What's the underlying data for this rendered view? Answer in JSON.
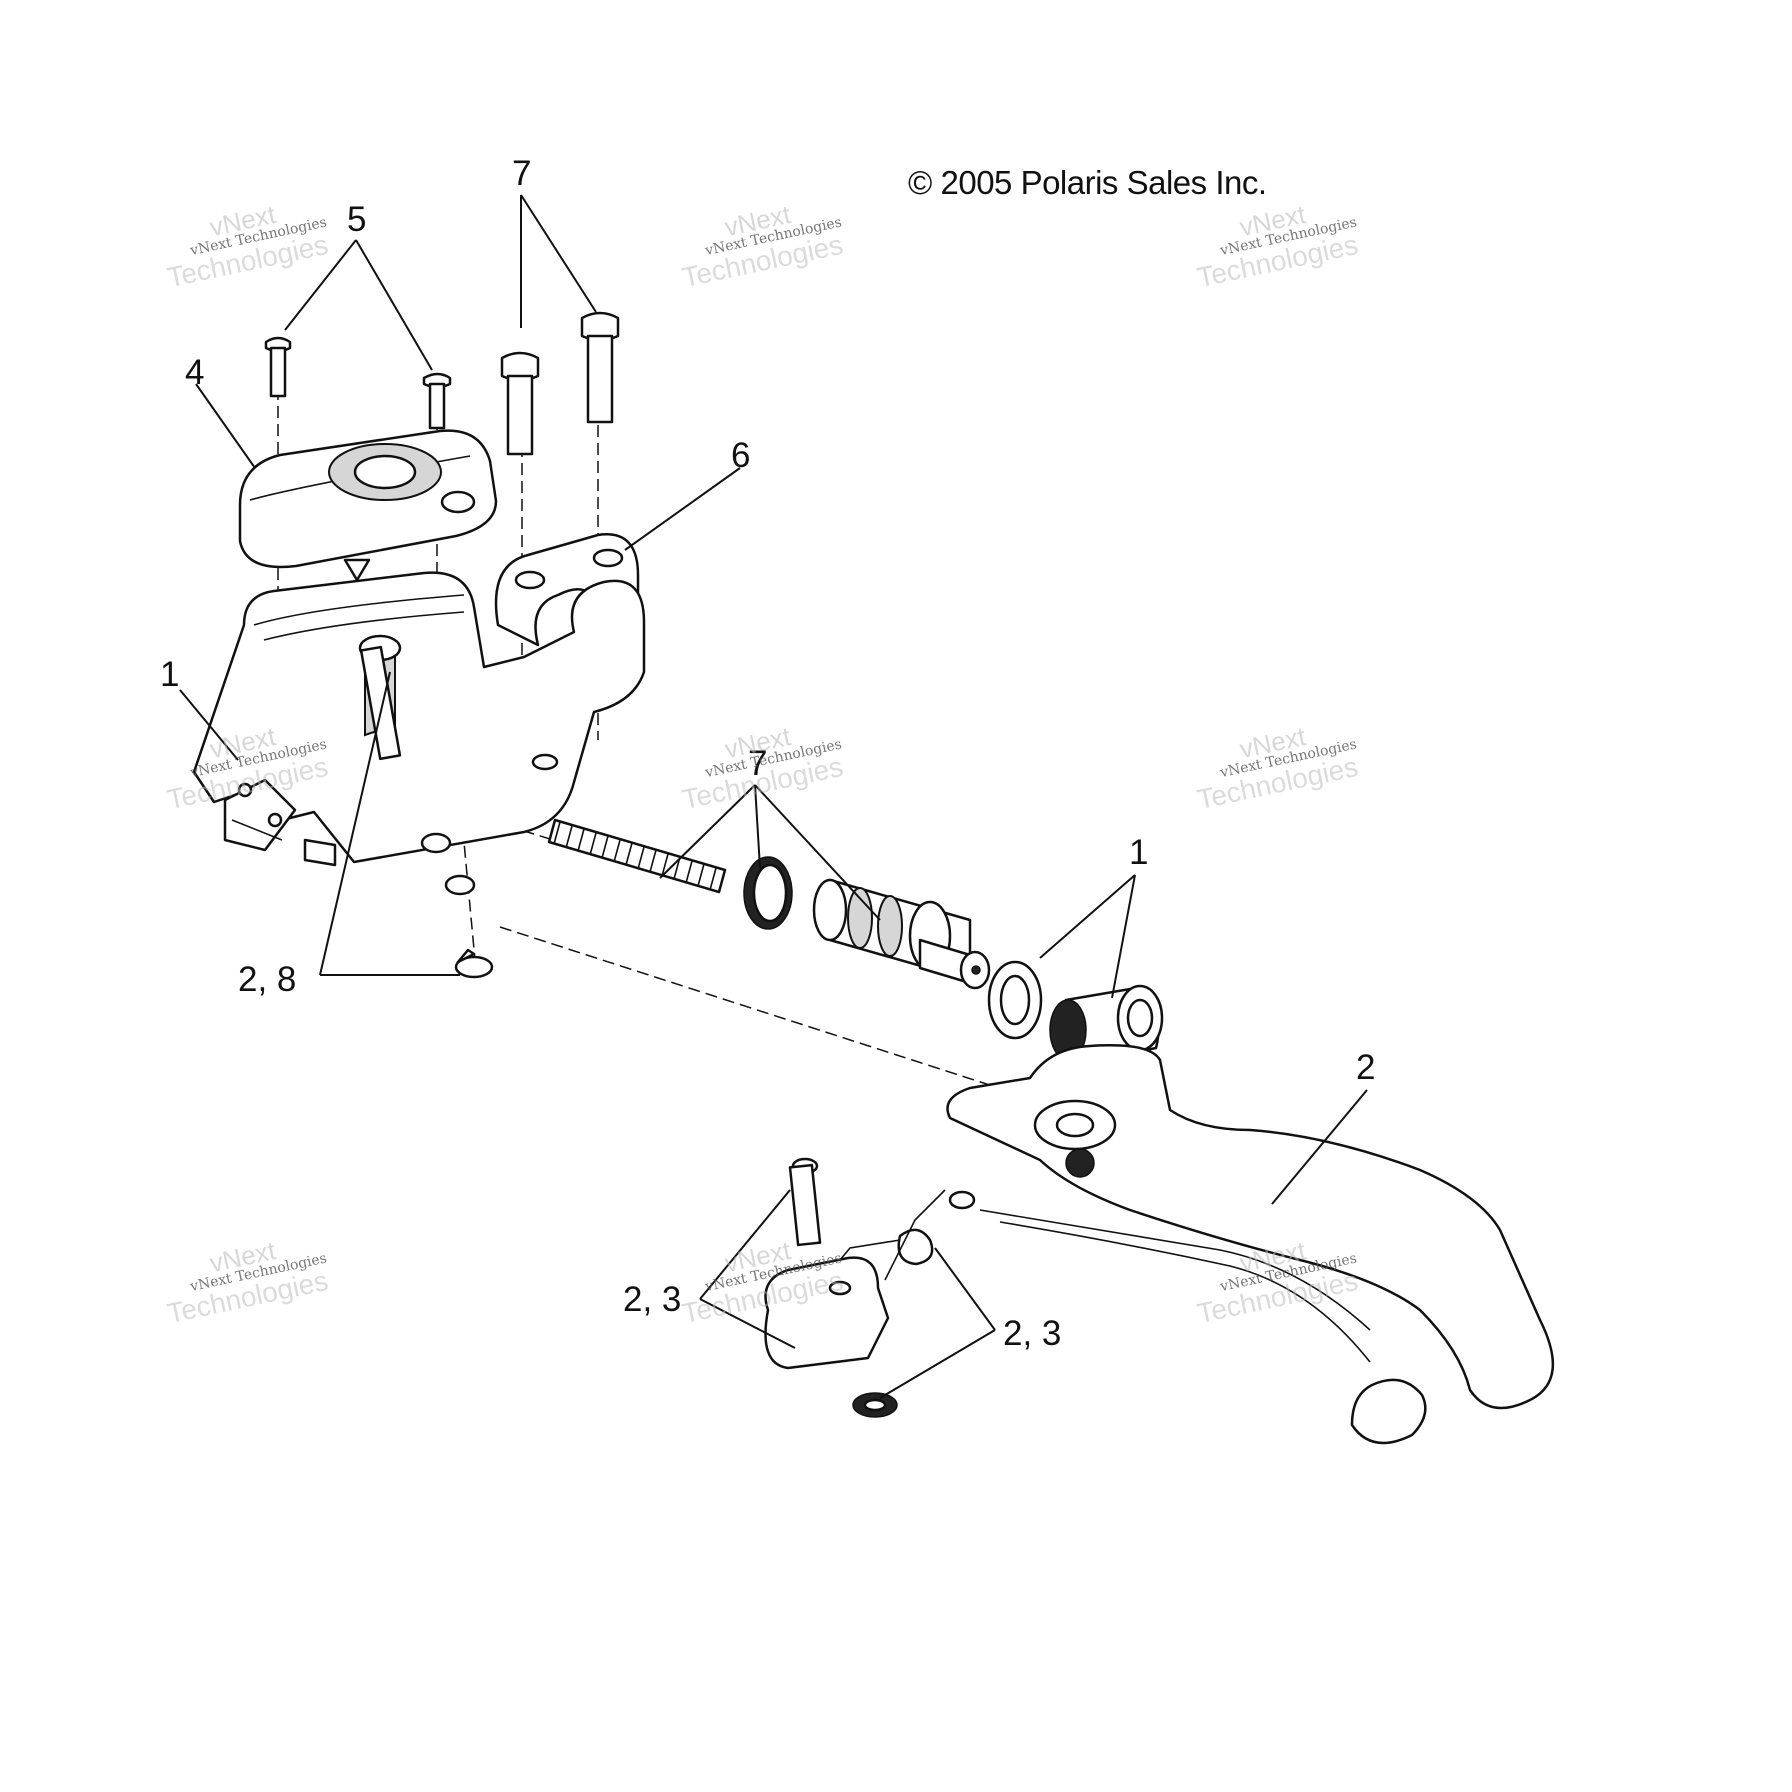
{
  "copyright": "© 2005 Polaris Sales Inc.",
  "watermark": {
    "line1": "vNext",
    "line2": "vNext Technologies",
    "line3": "Technologies"
  },
  "callouts": {
    "c7": "7",
    "c5": "5",
    "c4": "4",
    "c6": "6",
    "c1_left": "1",
    "c1_right": "1",
    "c7_mid": "7",
    "c28": "2, 8",
    "c2": "2",
    "c23_left": "2,  3",
    "c23_right": "2,  3"
  }
}
